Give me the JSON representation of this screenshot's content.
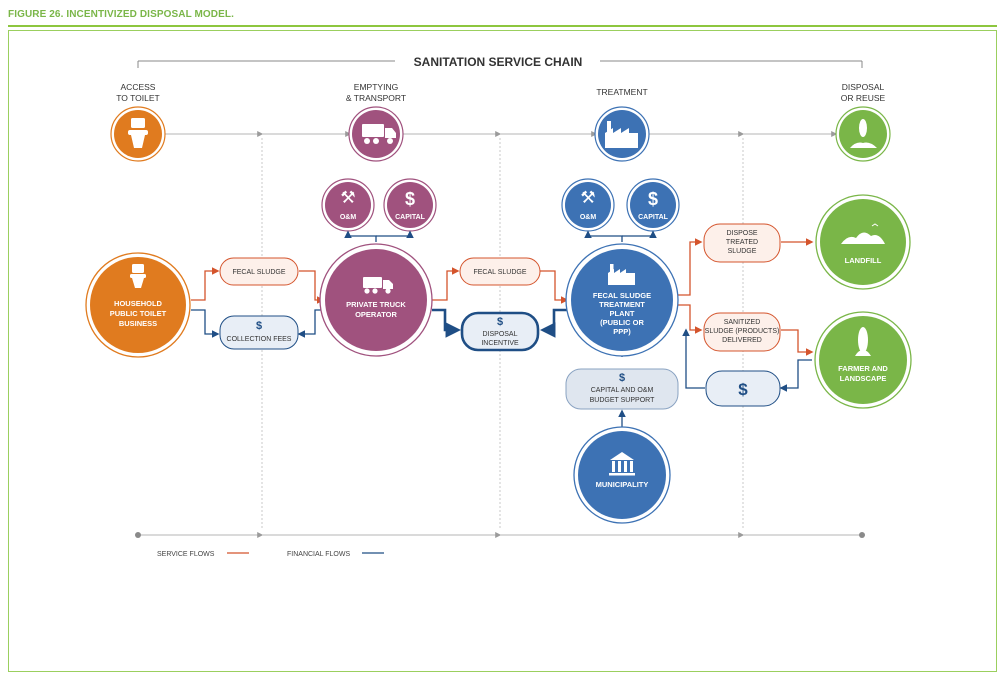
{
  "figure_title": "FIGURE 26. INCENTIVIZED DISPOSAL MODEL.",
  "chain_title": "SANITATION SERVICE CHAIN",
  "stages": [
    {
      "line1": "ACCESS",
      "line2": "TO TOILET",
      "icon": "toilet-icon"
    },
    {
      "line1": "EMPTYING",
      "line2": "& TRANSPORT",
      "icon": "truck-icon"
    },
    {
      "line1": "TREATMENT",
      "line2": "",
      "icon": "factory-icon"
    },
    {
      "line1": "DISPOSAL",
      "line2": "OR REUSE",
      "icon": "plant-icon"
    }
  ],
  "nodes": {
    "household": [
      "HOUSEHOLD",
      "PUBLIC TOILET",
      "BUSINESS"
    ],
    "truck": [
      "PRIVATE TRUCK",
      "OPERATOR"
    ],
    "plant": [
      "FECAL SLUDGE",
      "TREATMENT",
      "PLANT",
      "(PUBLIC OR",
      "PPP)"
    ],
    "municipality": [
      "MUNICIPALITY"
    ],
    "landfill": [
      "LANDFILL"
    ],
    "farmer": [
      "FARMER AND",
      "LANDSCAPE"
    ],
    "om": "O&M",
    "capital": "CAPITAL"
  },
  "boxes": {
    "fecal_sludge_1": [
      "FECAL SLUDGE"
    ],
    "collection_fees": [
      "COLLECTION FEES"
    ],
    "fecal_sludge_2": [
      "FECAL SLUDGE"
    ],
    "disposal_incentive": [
      "DISPOSAL",
      "INCENTIVE"
    ],
    "budget_support": [
      "CAPITAL AND O&M",
      "BUDGET SUPPORT"
    ],
    "dispose_treated": [
      "DISPOSE",
      "TREATED",
      "SLUDGE"
    ],
    "sanitized": [
      "SANITIZED",
      "SLUDGE (PRODUCTS)",
      "DELIVERED"
    ],
    "dollar": "$"
  },
  "legend": {
    "service": "SERVICE FLOWS",
    "financial": "FINANCIAL FLOWS"
  },
  "colors": {
    "green": "#7ab648",
    "orange": "#e07b1f",
    "purple": "#a0527e",
    "blue": "#3d72b4",
    "navy": "#1f4e85",
    "service_flow": "#d4542c",
    "gray": "#9b9b9b"
  }
}
